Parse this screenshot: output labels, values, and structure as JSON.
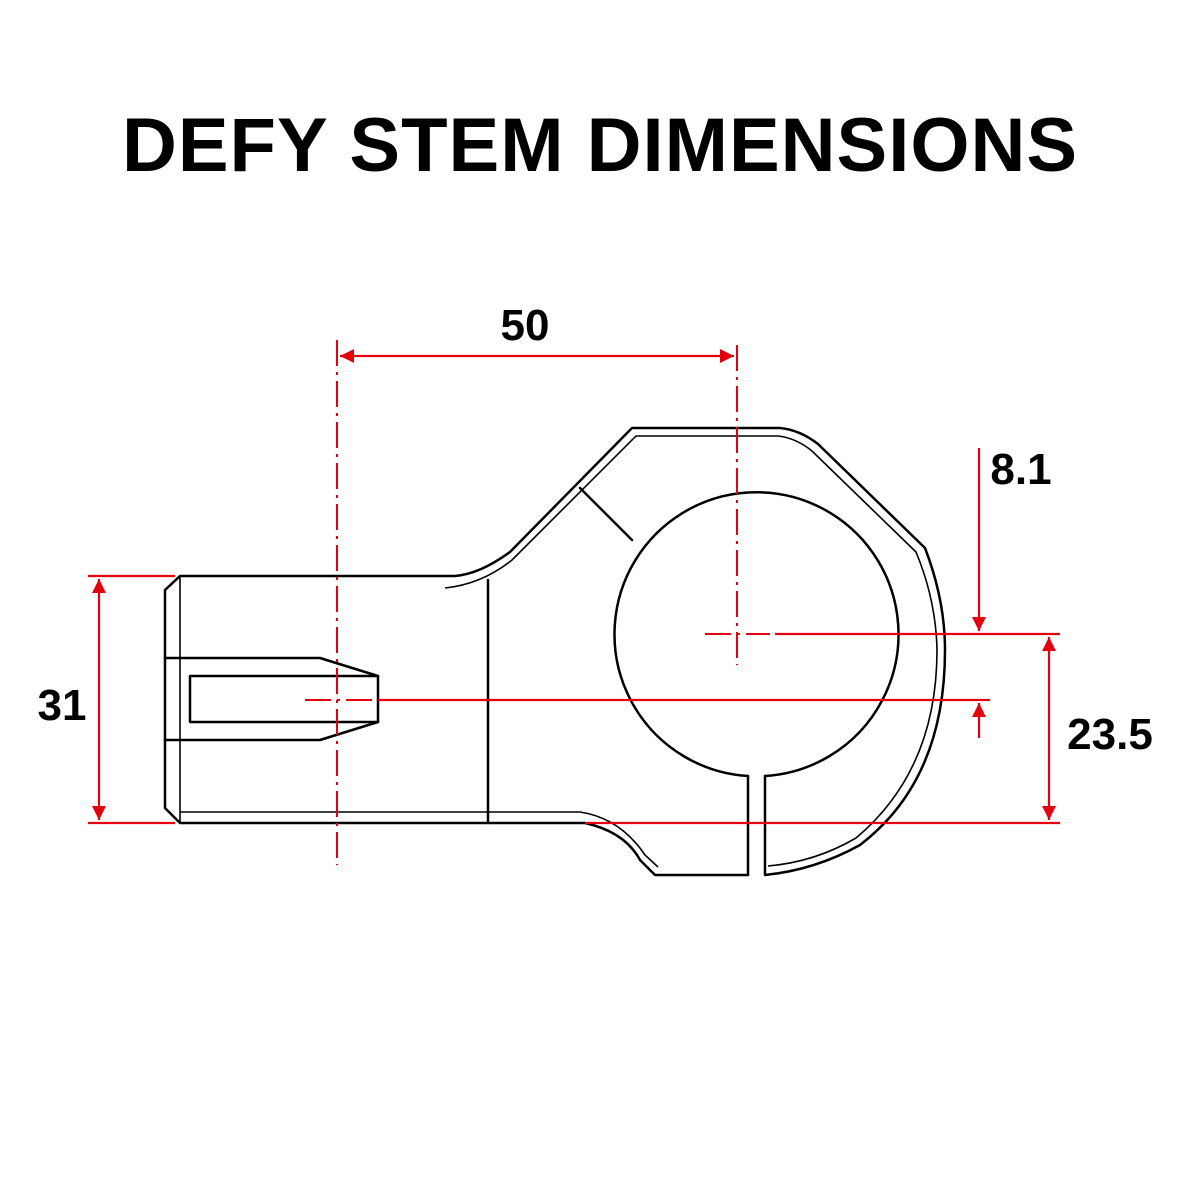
{
  "title": "DEFY STEM DIMENSIONS",
  "dimensions": {
    "length": "50",
    "height": "31",
    "offset": "8.1",
    "clamp_height": "23.5"
  },
  "colors": {
    "dimension_line": "#e3000f",
    "outline": "#000000",
    "background": "#ffffff"
  }
}
